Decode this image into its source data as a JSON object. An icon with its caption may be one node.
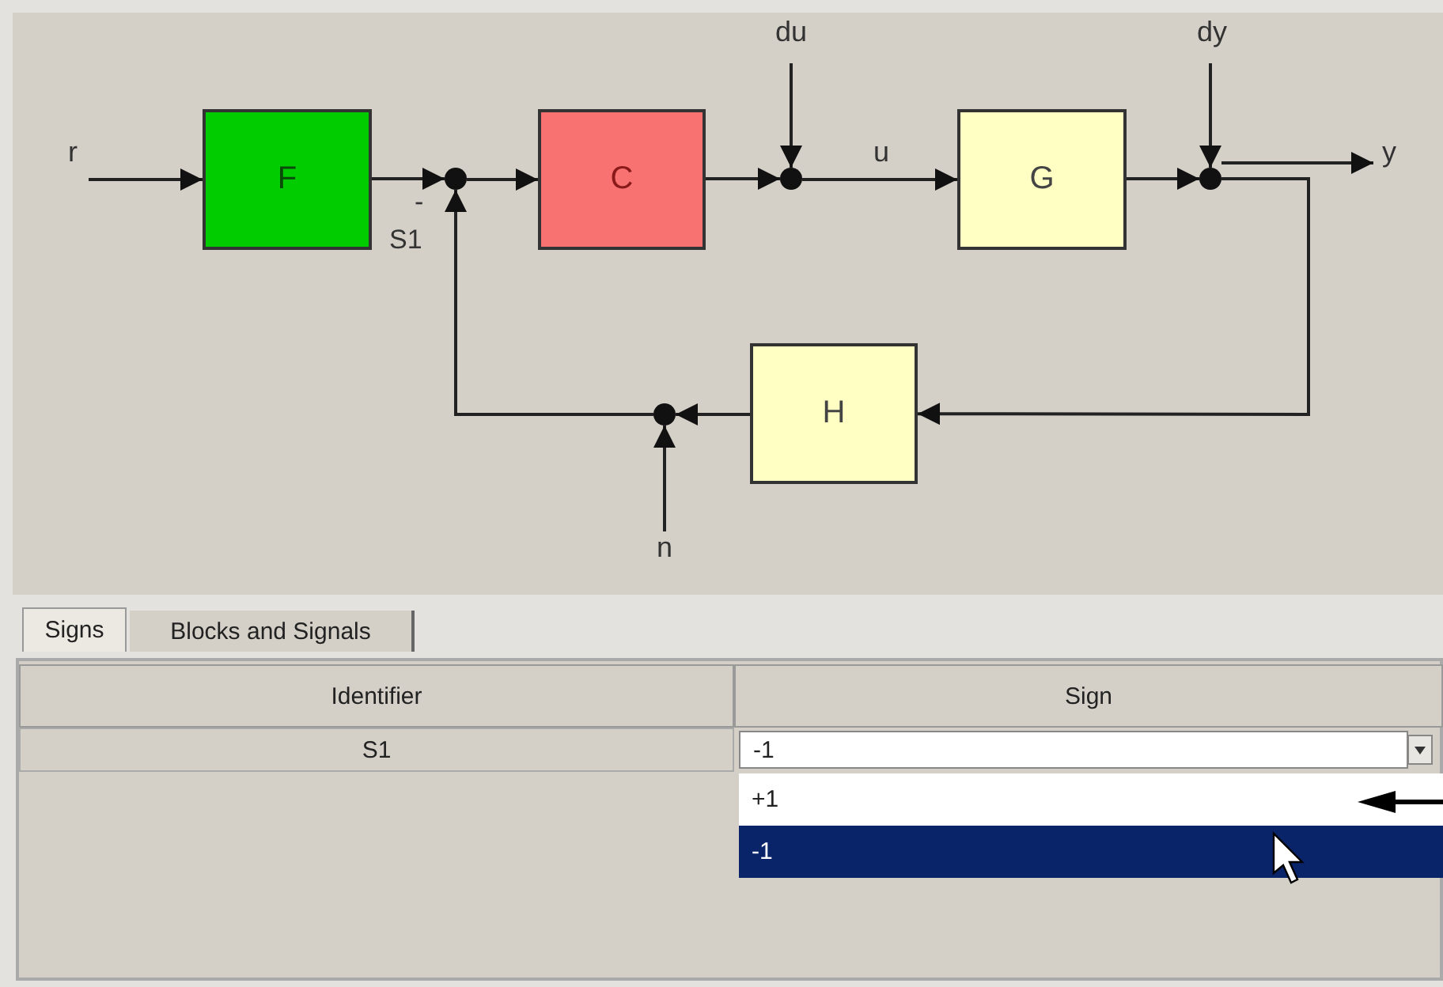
{
  "diagram": {
    "nodes": [
      {
        "text": [
          "r"
        ]
      },
      {
        "text": [
          "F"
        ]
      },
      {
        "text": [],
        "shape": "circle",
        "beside": [
          "-",
          "S1"
        ]
      },
      {
        "text": [
          "C"
        ]
      },
      {
        "text": [
          "du"
        ]
      },
      {
        "text": [],
        "shape": "circle"
      },
      {
        "text": [
          "G"
        ]
      },
      {
        "text": [
          "dy"
        ]
      },
      {
        "text": [],
        "shape": "circle"
      },
      {
        "text": [
          "y"
        ]
      },
      {
        "text": [
          "H"
        ]
      },
      {
        "text": [],
        "shape": "circle"
      },
      {
        "text": [
          "n"
        ]
      }
    ],
    "edges": [
      {
        "from": 0,
        "to": 1,
        "arrow": "to"
      },
      {
        "from": 1,
        "to": 2,
        "arrow": "to"
      },
      {
        "from": 2,
        "to": 3,
        "arrow": "to"
      },
      {
        "from": 3,
        "to": 5,
        "arrow": "to"
      },
      {
        "from": 4,
        "to": 5,
        "arrow": "to"
      },
      {
        "from": 5,
        "to": 6,
        "arrow": "to",
        "label": "u"
      },
      {
        "from": 6,
        "to": 8,
        "arrow": "to"
      },
      {
        "from": 7,
        "to": 8,
        "arrow": "to"
      },
      {
        "from": 8,
        "to": 9,
        "arrow": "to"
      },
      {
        "from": 8,
        "to": 10,
        "arrow": "to"
      },
      {
        "from": 10,
        "to": 11,
        "arrow": "to"
      },
      {
        "from": 12,
        "to": 11,
        "arrow": "to"
      },
      {
        "from": 11,
        "to": 2,
        "arrow": "to"
      }
    ],
    "labels": [
      "Signs",
      "Blocks and Signals",
      "Identifier",
      "Sign",
      "S1",
      "-1",
      "+1",
      "-1"
    ]
  }
}
